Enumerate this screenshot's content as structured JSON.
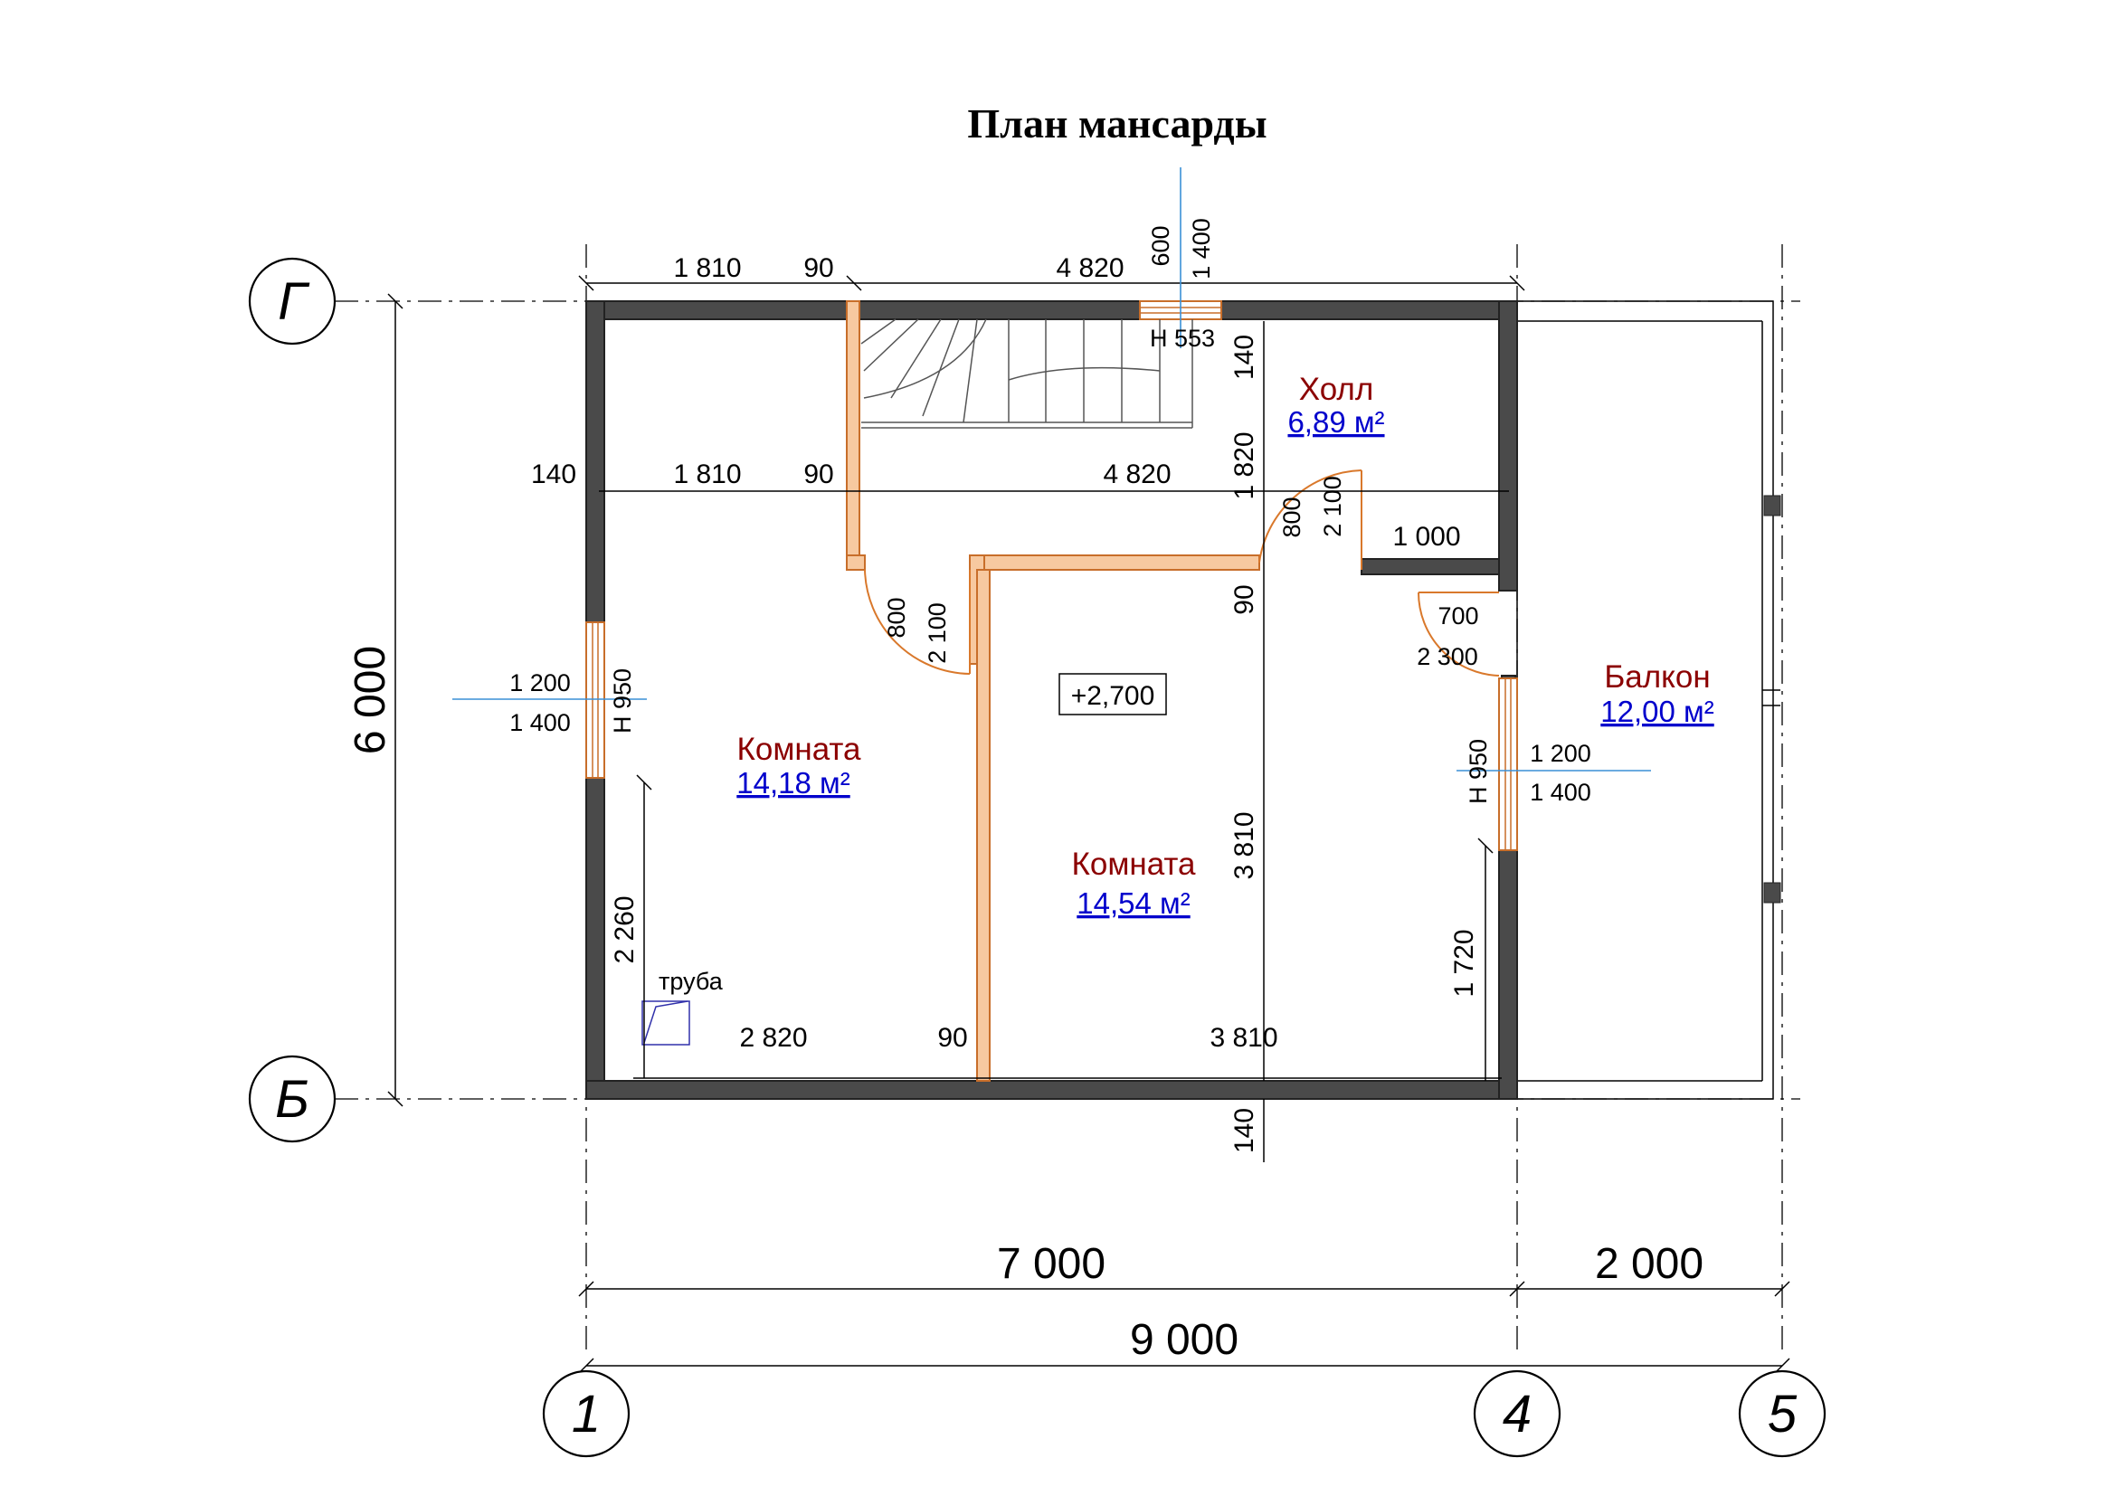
{
  "title": "План мансарды",
  "axes": {
    "vertical": [
      "1",
      "4",
      "5"
    ],
    "horizontal": [
      "Г",
      "Б"
    ]
  },
  "rooms": [
    {
      "name": "Холл",
      "area": "6,89 м²"
    },
    {
      "name": "Комната",
      "area": "14,18 м²"
    },
    {
      "name": "Комната",
      "area": "14,54 м²"
    },
    {
      "name": "Балкон",
      "area": "12,00 м²"
    }
  ],
  "level_mark": "+2,700",
  "labels": {
    "pipe": "труба"
  },
  "overall_dims": {
    "d7000": "7 000",
    "d2000": "2 000",
    "d9000": "9 000",
    "d6000": "6 000"
  },
  "dims": {
    "top_1810": "1 810",
    "top_90": "90",
    "top_4820": "4 820",
    "top_600": "600",
    "top_1400": "1 400",
    "h553": "H 553",
    "d140_hall": "140",
    "mid_140": "140",
    "mid_1810": "1 810",
    "mid_90": "90",
    "mid_4820": "4 820",
    "v1820": "1 820",
    "door800_hall": "800",
    "door2100_hall": "2 100",
    "d1000": "1 000",
    "d90_v": "90",
    "door700": "700",
    "door2300": "2 300",
    "door800_room": "800",
    "door2100_room": "2 100",
    "win1200_left": "1 200",
    "win1400_left": "1 400",
    "h950_left": "H 950",
    "win1200_right": "1 200",
    "win1400_right": "1 400",
    "h950_right": "H 950",
    "v3810": "3 810",
    "v1720": "1 720",
    "v2260": "2 260",
    "bot_2820": "2 820",
    "bot_90": "90",
    "bot_3810": "3 810",
    "v140_bottom": "140"
  }
}
